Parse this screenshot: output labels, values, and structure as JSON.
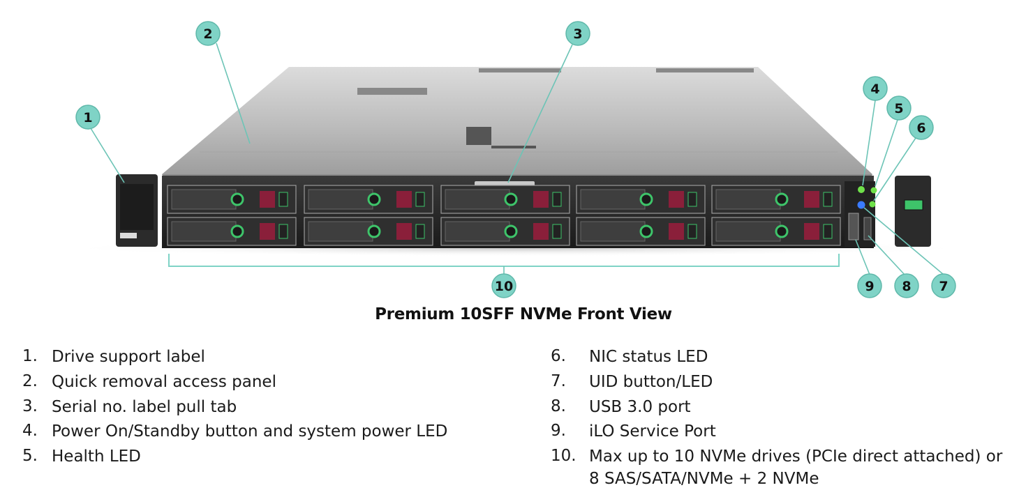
{
  "caption": "Premium 10SFF NVMe Front View",
  "callouts": [
    "1",
    "2",
    "3",
    "4",
    "5",
    "6",
    "7",
    "8",
    "9",
    "10"
  ],
  "legend_left": [
    {
      "num": "1.",
      "text": "Drive support label"
    },
    {
      "num": "2.",
      "text": "Quick removal access panel"
    },
    {
      "num": "3.",
      "text": "Serial no. label pull tab"
    },
    {
      "num": "4.",
      "text": "Power On/Standby button and system power LED"
    },
    {
      "num": "5.",
      "text": "Health LED"
    }
  ],
  "legend_right": [
    {
      "num": "6.",
      "text": "NIC status LED"
    },
    {
      "num": "7.",
      "text": "UID button/LED"
    },
    {
      "num": "8.",
      "text": "USB 3.0 port"
    },
    {
      "num": "9.",
      "text": "iLO Service Port"
    },
    {
      "num": "10.",
      "text": "Max up to 10 NVMe drives (PCIe direct attached) or 8 SAS/SATA/NVMe + 2 NVMe"
    }
  ],
  "colors": {
    "callout_fill": "#7fd3c6",
    "callout_stroke": "#5fb8aa",
    "led_green": "#6fe04a",
    "led_blue": "#3a7bff",
    "drive_release": "#8a1f3a"
  }
}
